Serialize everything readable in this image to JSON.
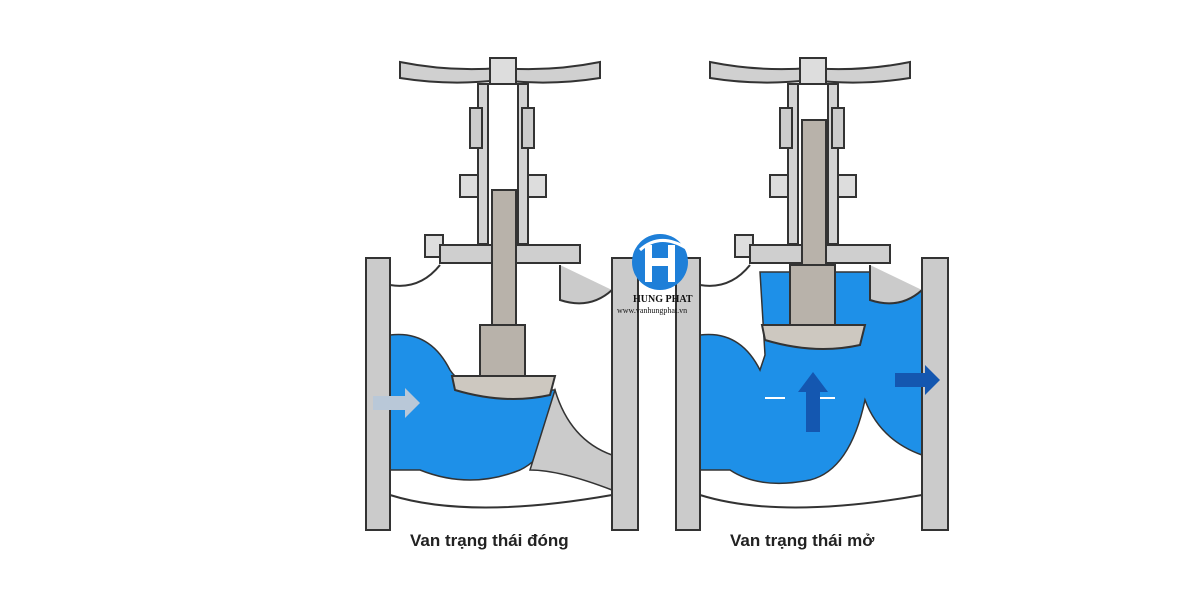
{
  "captions": {
    "closed": "Van trạng thái đóng",
    "open": "Van trạng thái mở"
  },
  "logo": {
    "brand": "HUNG PHAT",
    "website": "www.vanhungphat.vn"
  },
  "colors": {
    "water": "#1e90e8",
    "body": "#c9c9c9",
    "outline": "#333333",
    "stem": "#b8b2aa",
    "arrow_closed": "#b9c8d8",
    "arrow_open": "#1457b0"
  }
}
